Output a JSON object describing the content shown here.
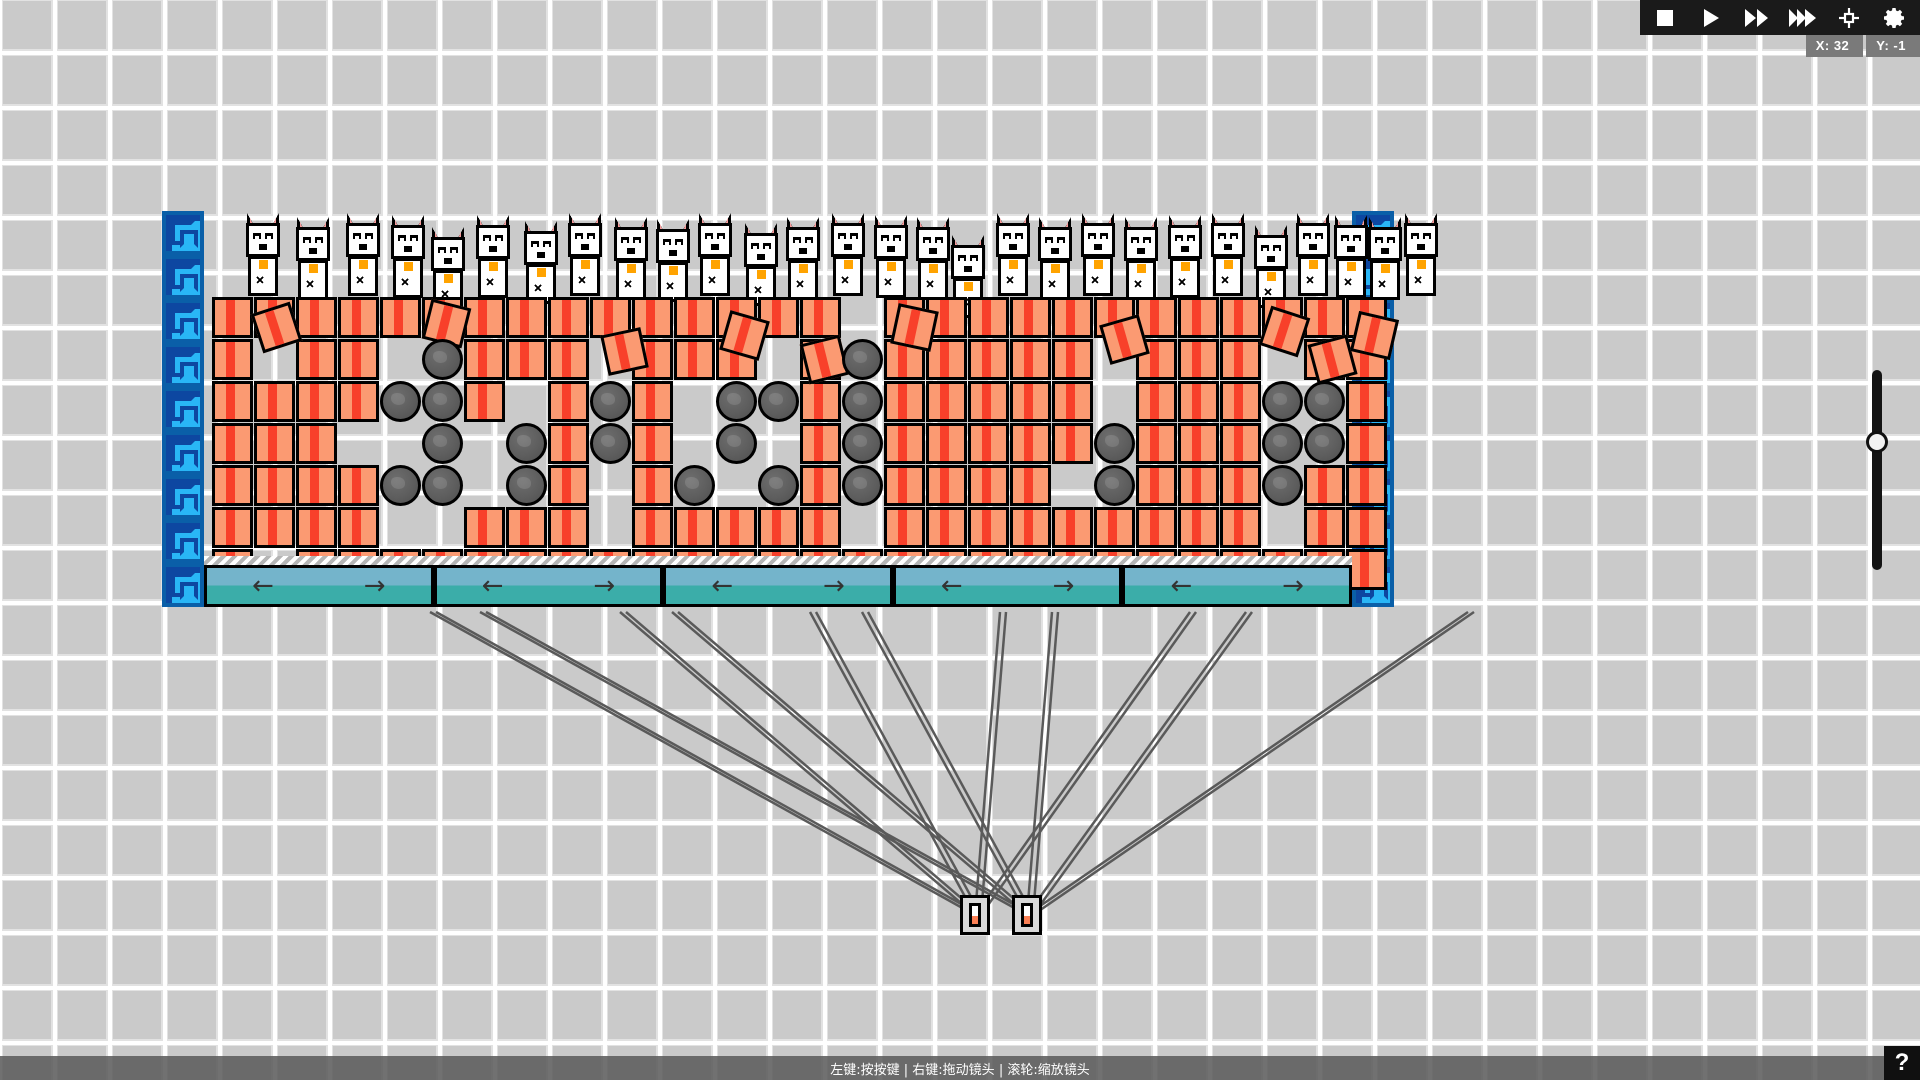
{
  "app": {
    "title": "Cat Physics Sandbox",
    "background_color": "#cacaca",
    "grid_line_color": "#ffffff"
  },
  "toolbar": {
    "buttons": [
      {
        "name": "stop-button",
        "icon": "stop-icon",
        "label": "Stop"
      },
      {
        "name": "play-button",
        "icon": "play-icon",
        "label": "Play"
      },
      {
        "name": "fast-forward-button",
        "icon": "fast-forward-icon",
        "label": "Fast Forward"
      },
      {
        "name": "very-fast-forward-button",
        "icon": "very-fast-forward-icon",
        "label": "Very Fast Forward"
      },
      {
        "name": "recenter-button",
        "icon": "crosshair-icon",
        "label": "Recenter Camera"
      },
      {
        "name": "settings-button",
        "icon": "gear-icon",
        "label": "Settings"
      }
    ],
    "background_color": "#1a1a1a"
  },
  "coords": {
    "x_label": "X: 32",
    "y_label": "Y: -1",
    "chip_color": "#7a7a7a"
  },
  "zoom_slider": {
    "name": "camera-zoom-slider",
    "value_percent": 34,
    "track_color": "#141414",
    "knob_color": "#f2f2f2"
  },
  "statusbar": {
    "hint": "左键:按按键 | 右键:拖动镜头 | 滚轮:缩放镜头",
    "help_label": "?"
  },
  "field": {
    "border_pattern": "greek-key-meander",
    "border_colors": {
      "dark": "#0a5fa8",
      "mid": "#0d47a1",
      "light": "#29b6f6"
    },
    "block_color": "#fb9a72",
    "block_stripe_color": "#f8402a",
    "rock_color": "#5e5e5e",
    "cat_count": 28,
    "cat_colors": {
      "body": "#ffffff",
      "outline": "#000000",
      "ear": "#f79a9a",
      "collar": "#ffa300"
    },
    "conveyors": [
      {
        "name": "conveyor-panel-1",
        "left_arrow": "←",
        "right_arrow": "→"
      },
      {
        "name": "conveyor-panel-2",
        "left_arrow": "←",
        "right_arrow": "→"
      },
      {
        "name": "conveyor-panel-3",
        "left_arrow": "←",
        "right_arrow": "→"
      },
      {
        "name": "conveyor-panel-4",
        "left_arrow": "←",
        "right_arrow": "→"
      },
      {
        "name": "conveyor-panel-5",
        "left_arrow": "←",
        "right_arrow": "→"
      }
    ],
    "conveyor_colors": {
      "top": "#74b4cb",
      "bottom": "#3bada9",
      "arrow": "#333333"
    }
  },
  "switches": [
    {
      "name": "switch-left",
      "state": "off",
      "cap_top": "#ffffff",
      "cap_bottom": "#fb8055"
    },
    {
      "name": "switch-right",
      "state": "off",
      "cap_top": "#ffffff",
      "cap_bottom": "#fb8055"
    }
  ],
  "wires": {
    "color": "#5a5a5a",
    "count": 10
  }
}
